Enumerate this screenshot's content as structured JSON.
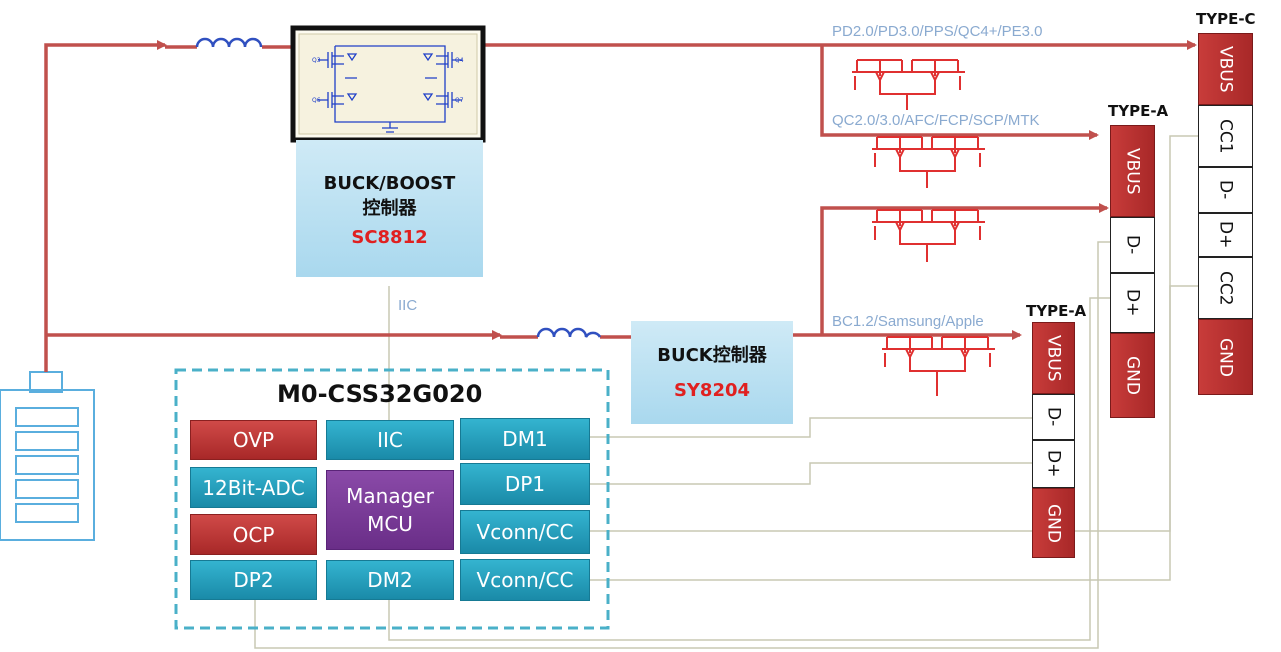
{
  "buck_boost": {
    "title": "BUCK/BOOST",
    "subtitle": "控制器",
    "part": "SC8812"
  },
  "buck": {
    "title": "BUCK控制器",
    "part": "SY8204"
  },
  "iic_line_label": "IIC",
  "mcu": {
    "title": "M0-CSS32G020",
    "blocks": {
      "ovp": "OVP",
      "iic": "IIC",
      "dm1": "DM1",
      "adc": "12Bit-ADC",
      "dp1": "DP1",
      "manager_line1": "Manager",
      "manager_line2": "MCU",
      "ocp": "OCP",
      "vconn1": "Vconn/CC",
      "dp2": "DP2",
      "dm2": "DM2",
      "vconn2": "Vconn/CC"
    }
  },
  "protocols": {
    "pd": "PD2.0/PD3.0/PPS/QC4+/PE3.0",
    "qc": "QC2.0/3.0/AFC/FCP/SCP/MTK",
    "bc": "BC1.2/Samsung/Apple"
  },
  "type_c": {
    "title": "TYPE-C",
    "pins": [
      "VBUS",
      "CC1",
      "D-",
      "D+",
      "CC2",
      "GND"
    ]
  },
  "type_a1": {
    "title": "TYPE-A",
    "pins": [
      "VBUS",
      "D-",
      "D+",
      "GND"
    ]
  },
  "type_a2": {
    "title": "TYPE-A",
    "pins": [
      "VBUS",
      "D-",
      "D+",
      "GND"
    ]
  },
  "schematic": {
    "q3": "Q3",
    "q4": "Q4",
    "q6": "Q6",
    "q7": "Q7"
  },
  "colors": {
    "power_line": "#c0504d",
    "signal_line": "#c8c8b4",
    "switch": "#e03030",
    "mcu_border": "#4ab0c8"
  }
}
